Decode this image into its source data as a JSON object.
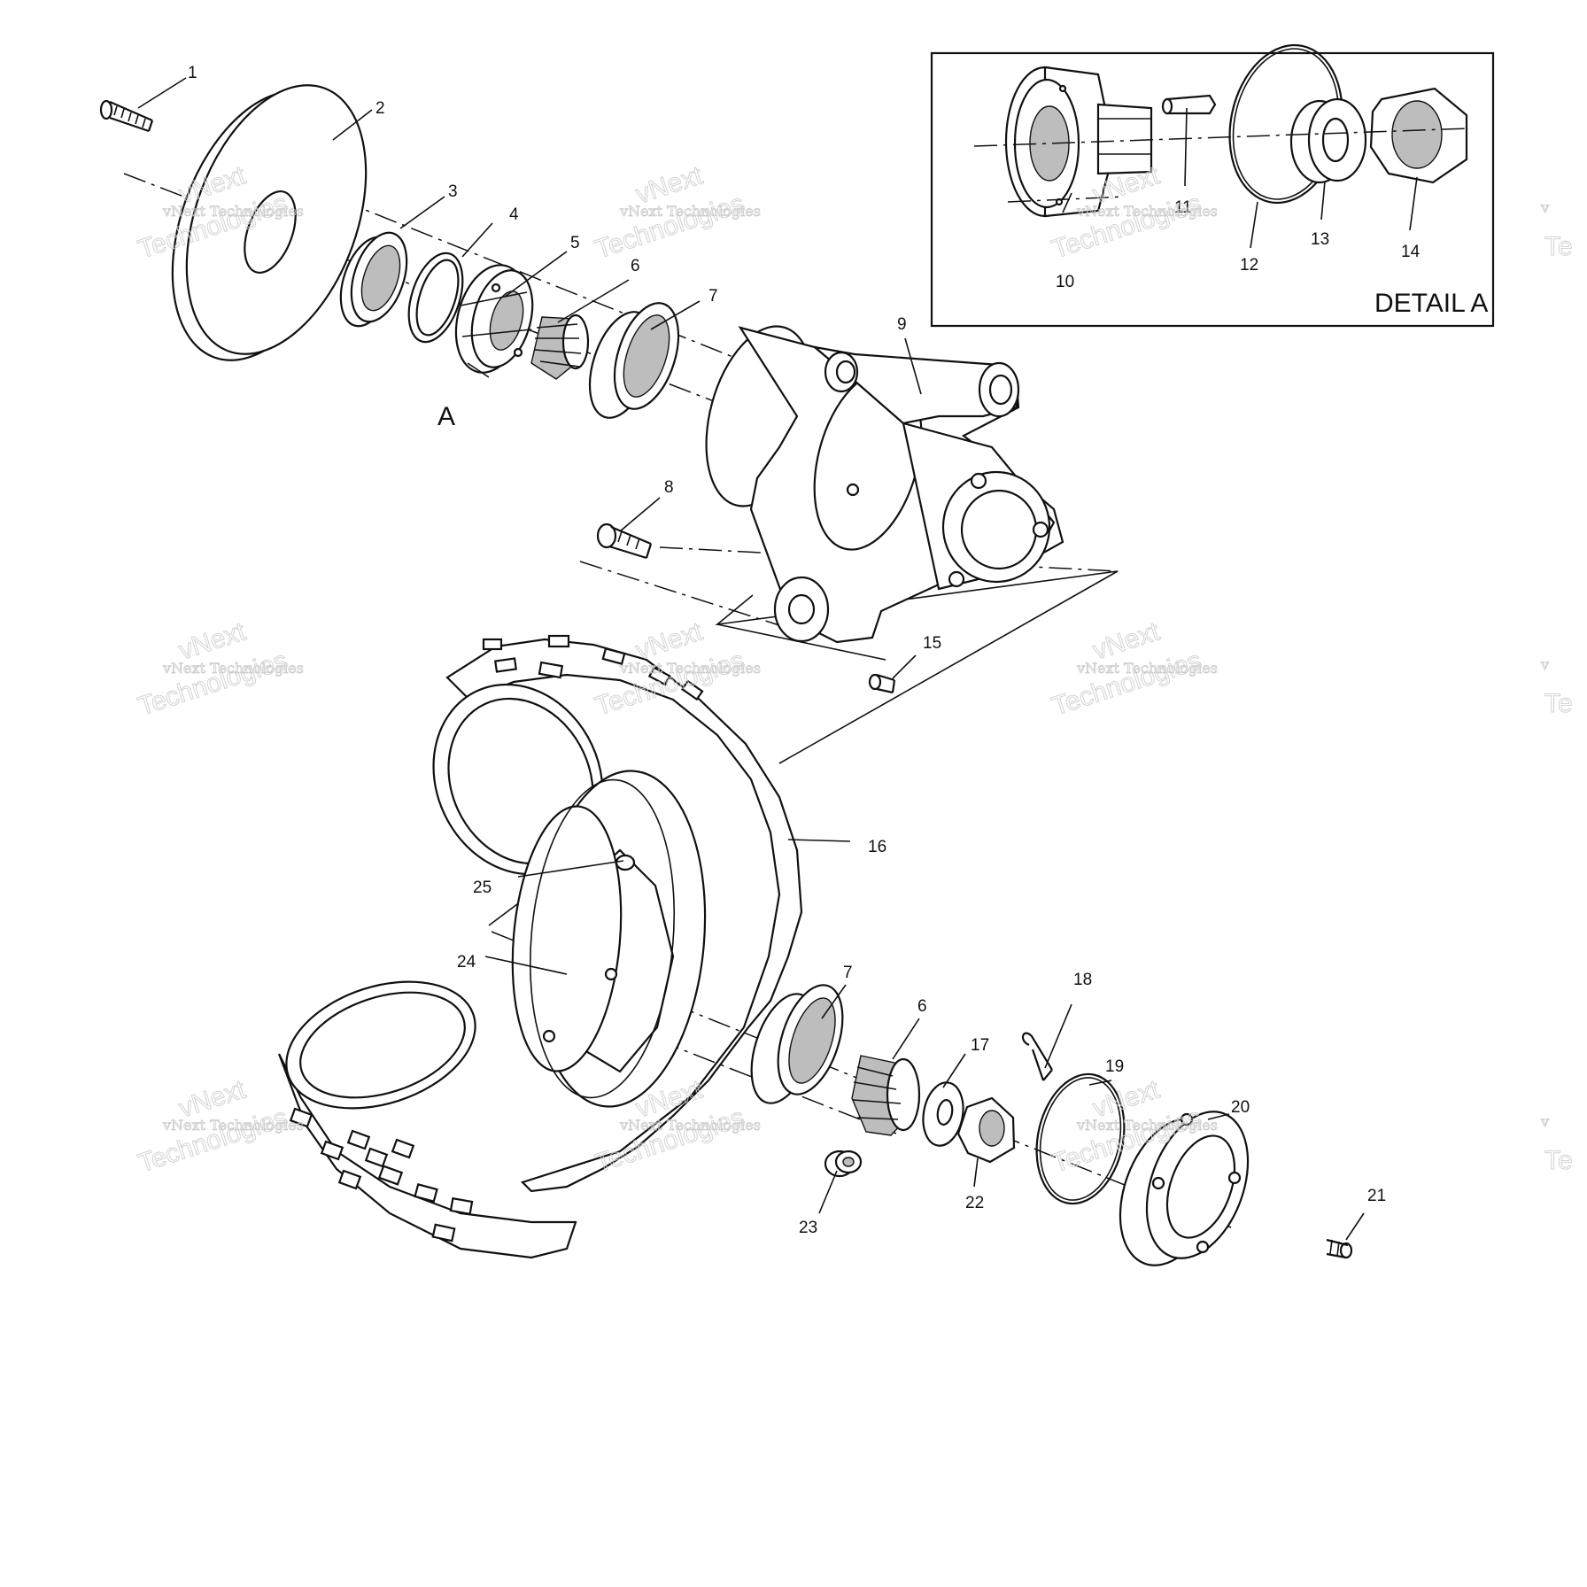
{
  "callouts": {
    "c1": "1",
    "c2": "2",
    "c3": "3",
    "c4": "4",
    "c5": "5",
    "c6": "6",
    "c7": "7",
    "c8": "8",
    "c9": "9",
    "c10": "10",
    "c11": "11",
    "c12": "12",
    "c13": "13",
    "c14": "14",
    "c15": "15",
    "c16": "16",
    "c17": "17",
    "c18": "18",
    "c19": "19",
    "c20": "20",
    "c21": "21",
    "c22": "22",
    "c23": "23",
    "c24": "24",
    "c25": "25",
    "c6b": "6",
    "c7b": "7"
  },
  "detail_marker": "A",
  "detail_box_title": "DETAIL A",
  "watermark": {
    "top_line": "vNext",
    "mid_line": "vNext Technologies",
    "bottom_line": "Technologies",
    "edge_fragment_top": "v",
    "edge_fragment_bottom": "Te"
  }
}
